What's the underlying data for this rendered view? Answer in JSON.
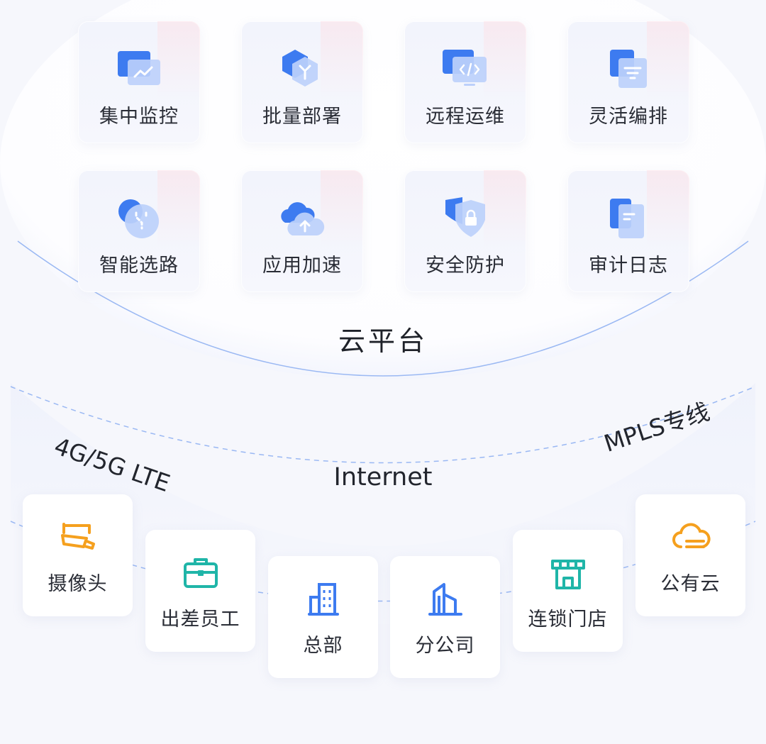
{
  "cloud_platform": {
    "title": "云平台",
    "features": [
      {
        "label": "集中监控",
        "icon": "monitor-chart-icon"
      },
      {
        "label": "批量部署",
        "icon": "deploy-hexagon-icon"
      },
      {
        "label": "远程运维",
        "icon": "remote-code-icon"
      },
      {
        "label": "灵活编排",
        "icon": "orchestration-filter-icon"
      },
      {
        "label": "智能选路",
        "icon": "smart-route-icon"
      },
      {
        "label": "应用加速",
        "icon": "cloud-upload-icon"
      },
      {
        "label": "安全防护",
        "icon": "shield-lock-icon"
      },
      {
        "label": "审计日志",
        "icon": "document-log-icon"
      }
    ]
  },
  "network": {
    "left_label": "4G/5G LTE",
    "center_label": "Internet",
    "right_label": "MPLS专线"
  },
  "endpoints": [
    {
      "label": "摄像头",
      "icon": "camera-icon"
    },
    {
      "label": "出差员工",
      "icon": "briefcase-icon"
    },
    {
      "label": "总部",
      "icon": "headquarters-building-icon"
    },
    {
      "label": "分公司",
      "icon": "branch-building-icon"
    },
    {
      "label": "连锁门店",
      "icon": "storefront-icon"
    },
    {
      "label": "公有云",
      "icon": "public-cloud-icon"
    }
  ],
  "colors": {
    "primary_blue": "#3d7bf0",
    "light_blue": "#bcd0fb",
    "orange": "#f5a01e",
    "teal": "#1fb5a8",
    "text": "#2a2d36"
  }
}
